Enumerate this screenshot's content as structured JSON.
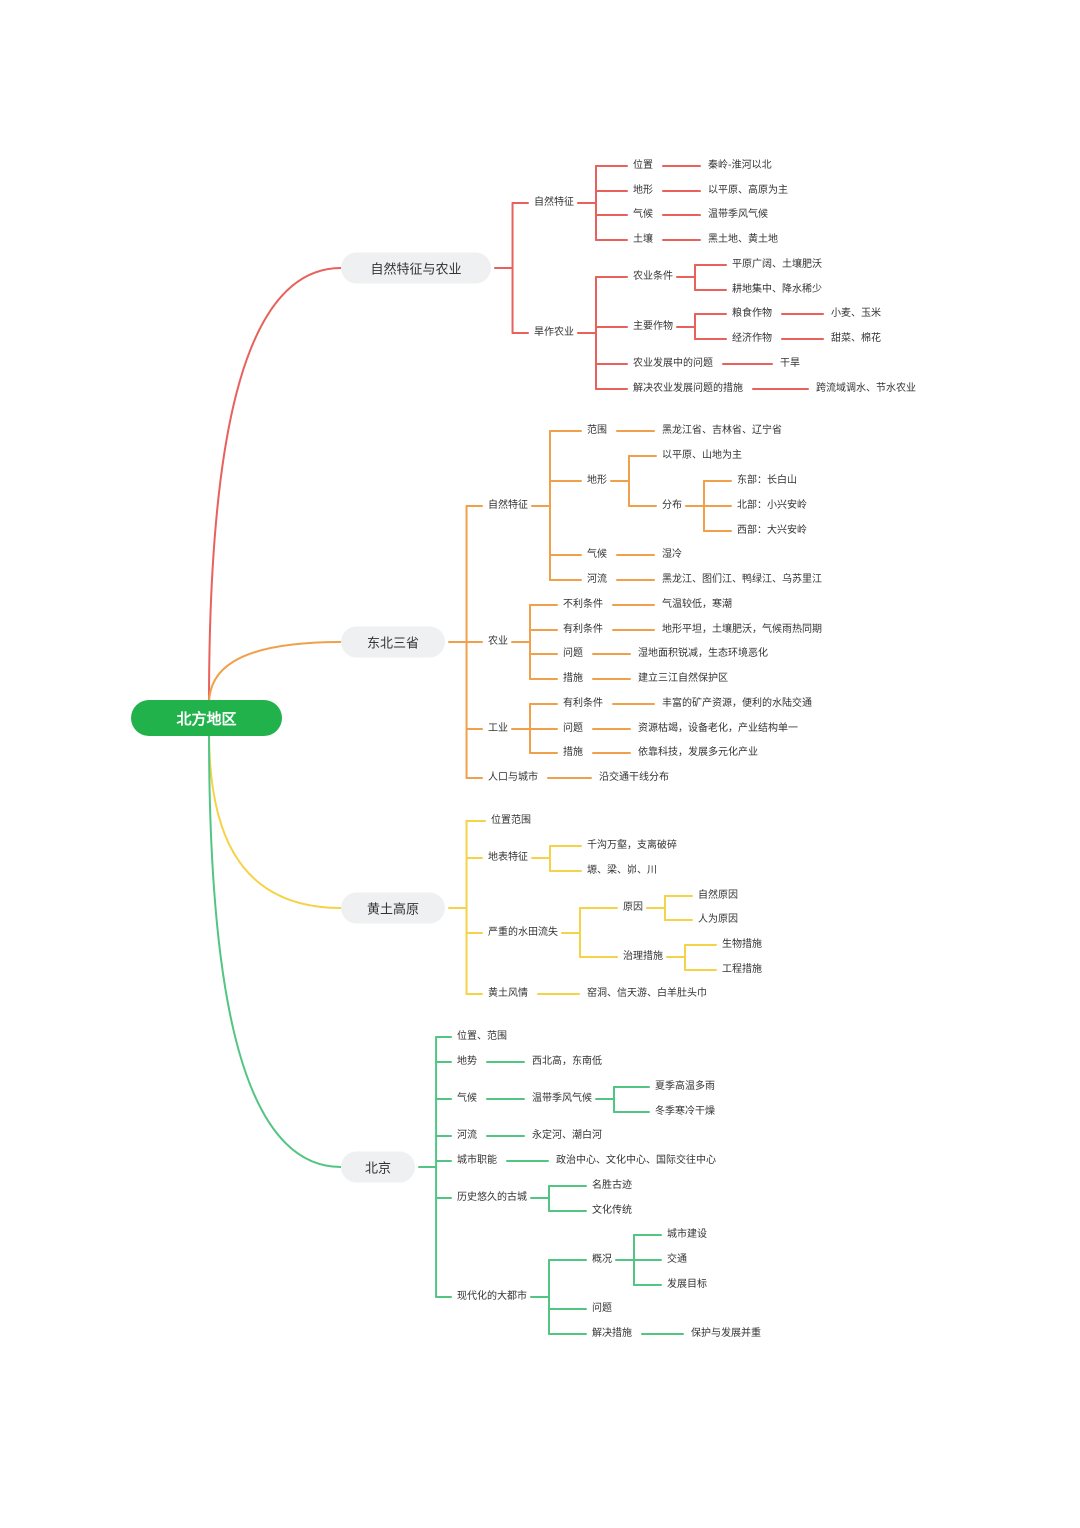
{
  "colors": {
    "root_bg": "#22b24c",
    "root_text": "#ffffff",
    "branch_bg": "#eef0f2",
    "text": "#333333",
    "b1": "#e8615a",
    "b2": "#f0a04b",
    "b3": "#f5d347",
    "b4": "#52c583"
  },
  "mindmap": {
    "root": "北方地区",
    "branches": [
      {
        "label": "自然特征与农业",
        "children": [
          {
            "label": "自然特征",
            "children": [
              {
                "label": "位置",
                "children": [
                  {
                    "label": "秦岭-淮河以北"
                  }
                ]
              },
              {
                "label": "地形",
                "children": [
                  {
                    "label": "以平原、高原为主"
                  }
                ]
              },
              {
                "label": "气候",
                "children": [
                  {
                    "label": "温带季风气候"
                  }
                ]
              },
              {
                "label": "土壤",
                "children": [
                  {
                    "label": "黑土地、黄土地"
                  }
                ]
              }
            ]
          },
          {
            "label": "旱作农业",
            "children": [
              {
                "label": "农业条件",
                "children": [
                  {
                    "label": "平原广阔、土壤肥沃"
                  },
                  {
                    "label": "耕地集中、降水稀少"
                  }
                ]
              },
              {
                "label": "主要作物",
                "children": [
                  {
                    "label": "粮食作物",
                    "children": [
                      {
                        "label": "小麦、玉米"
                      }
                    ]
                  },
                  {
                    "label": "经济作物",
                    "children": [
                      {
                        "label": "甜菜、棉花"
                      }
                    ]
                  }
                ]
              },
              {
                "label": "农业发展中的问题",
                "children": [
                  {
                    "label": "干旱"
                  }
                ]
              },
              {
                "label": "解决农业发展问题的措施",
                "children": [
                  {
                    "label": "跨流域调水、节水农业"
                  }
                ]
              }
            ]
          }
        ]
      },
      {
        "label": "东北三省",
        "children": [
          {
            "label": "自然特征",
            "children": [
              {
                "label": "范围",
                "children": [
                  {
                    "label": "黑龙江省、吉林省、辽宁省"
                  }
                ]
              },
              {
                "label": "地形",
                "children": [
                  {
                    "label": "以平原、山地为主"
                  },
                  {
                    "label": "分布",
                    "children": [
                      {
                        "label": "东部：长白山"
                      },
                      {
                        "label": "北部：小兴安岭"
                      },
                      {
                        "label": "西部：大兴安岭"
                      }
                    ]
                  }
                ]
              },
              {
                "label": "气候",
                "children": [
                  {
                    "label": "湿冷"
                  }
                ]
              },
              {
                "label": "河流",
                "children": [
                  {
                    "label": "黑龙江、图们江、鸭绿江、乌苏里江"
                  }
                ]
              }
            ]
          },
          {
            "label": "农业",
            "children": [
              {
                "label": "不利条件",
                "children": [
                  {
                    "label": "气温较低，寒潮"
                  }
                ]
              },
              {
                "label": "有利条件",
                "children": [
                  {
                    "label": "地形平坦，土壤肥沃，气候雨热同期"
                  }
                ]
              },
              {
                "label": "问题",
                "children": [
                  {
                    "label": "湿地面积锐减，生态环境恶化"
                  }
                ]
              },
              {
                "label": "措施",
                "children": [
                  {
                    "label": "建立三江自然保护区"
                  }
                ]
              }
            ]
          },
          {
            "label": "工业",
            "children": [
              {
                "label": "有利条件",
                "children": [
                  {
                    "label": "丰富的矿产资源，便利的水陆交通"
                  }
                ]
              },
              {
                "label": "问题",
                "children": [
                  {
                    "label": "资源枯竭，设备老化，产业结构单一"
                  }
                ]
              },
              {
                "label": "措施",
                "children": [
                  {
                    "label": "依靠科技，发展多元化产业"
                  }
                ]
              }
            ]
          },
          {
            "label": "人口与城市",
            "children": [
              {
                "label": "沿交通干线分布"
              }
            ]
          }
        ]
      },
      {
        "label": "黄土高原",
        "children": [
          {
            "label": "位置范围"
          },
          {
            "label": "地表特征",
            "children": [
              {
                "label": "千沟万壑，支离破碎"
              },
              {
                "label": "塬、梁、峁、川"
              }
            ]
          },
          {
            "label": "严重的水田流失",
            "children": [
              {
                "label": "原因",
                "children": [
                  {
                    "label": "自然原因"
                  },
                  {
                    "label": "人为原因"
                  }
                ]
              },
              {
                "label": "治理措施",
                "children": [
                  {
                    "label": "生物措施"
                  },
                  {
                    "label": "工程措施"
                  }
                ]
              }
            ]
          },
          {
            "label": "黄土风情",
            "children": [
              {
                "label": "窑洞、信天游、白羊肚头巾"
              }
            ]
          }
        ]
      },
      {
        "label": "北京",
        "children": [
          {
            "label": "位置、范围"
          },
          {
            "label": "地势",
            "children": [
              {
                "label": "西北高，东南低"
              }
            ]
          },
          {
            "label": "气候",
            "children": [
              {
                "label": "温带季风气候",
                "children": [
                  {
                    "label": "夏季高温多雨"
                  },
                  {
                    "label": "冬季寒冷干燥"
                  }
                ]
              }
            ]
          },
          {
            "label": "河流",
            "children": [
              {
                "label": "永定河、潮白河"
              }
            ]
          },
          {
            "label": "城市职能",
            "children": [
              {
                "label": "政治中心、文化中心、国际交往中心"
              }
            ]
          },
          {
            "label": "历史悠久的古城",
            "children": [
              {
                "label": "名胜古迹"
              },
              {
                "label": "文化传统"
              }
            ]
          },
          {
            "label": "现代化的大都市",
            "children": [
              {
                "label": "概况",
                "children": [
                  {
                    "label": "城市建设"
                  },
                  {
                    "label": "交通"
                  },
                  {
                    "label": "发展目标"
                  }
                ]
              },
              {
                "label": "问题"
              },
              {
                "label": "解决措施",
                "children": [
                  {
                    "label": "保护与发展并重"
                  }
                ]
              }
            ]
          }
        ]
      }
    ]
  }
}
